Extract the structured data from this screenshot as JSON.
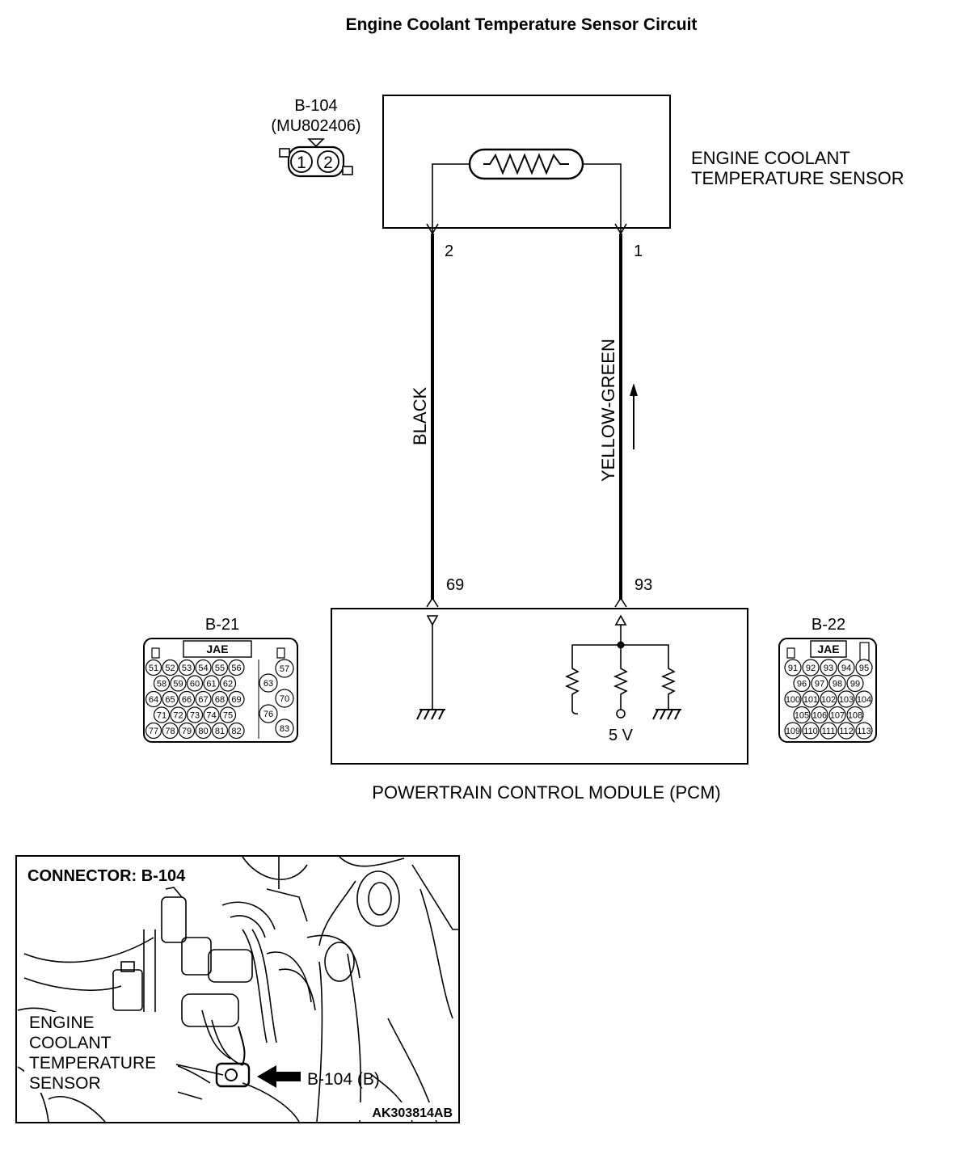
{
  "title": "Engine Coolant Temperature Sensor Circuit",
  "sensor": {
    "label_line1": "ENGINE COOLANT",
    "label_line2": "TEMPERATURE SENSOR"
  },
  "sensor_connector": {
    "id": "B-104",
    "part": "(MU802406)",
    "pins": [
      "1",
      "2"
    ]
  },
  "wires": {
    "left": {
      "color_name": "BLACK",
      "sensor_pin": "2",
      "pcm_pin": "69"
    },
    "right": {
      "color_name": "YELLOW-GREEN",
      "sensor_pin": "1",
      "pcm_pin": "93"
    }
  },
  "pcm": {
    "label": "POWERTRAIN CONTROL MODULE (PCM)",
    "voltage": "5 V"
  },
  "connector_b21": {
    "id": "B-21",
    "maker": "JAE",
    "rows": [
      [
        "51",
        "52",
        "53",
        "54",
        "55",
        "56"
      ],
      [
        "58",
        "59",
        "60",
        "61",
        "62"
      ],
      [
        "64",
        "65",
        "66",
        "67",
        "68",
        "69"
      ],
      [
        "71",
        "72",
        "73",
        "74",
        "75"
      ],
      [
        "77",
        "78",
        "79",
        "80",
        "81",
        "82"
      ]
    ],
    "right_pins": [
      "57",
      "63",
      "70",
      "76",
      "83"
    ]
  },
  "connector_b22": {
    "id": "B-22",
    "maker": "JAE",
    "rows": [
      [
        "91",
        "92",
        "93",
        "94",
        "95"
      ],
      [
        "96",
        "97",
        "98",
        "99"
      ],
      [
        "100",
        "101",
        "102",
        "103",
        "104"
      ],
      [
        "105",
        "106",
        "107",
        "108"
      ],
      [
        "109",
        "110",
        "111",
        "112",
        "113"
      ]
    ]
  },
  "location_view": {
    "heading": "CONNECTOR: B-104",
    "label_lines": [
      "ENGINE",
      "COOLANT",
      "TEMPERATURE",
      "SENSOR"
    ],
    "callout": "B-104 (B)",
    "code": "AK303814AB"
  }
}
